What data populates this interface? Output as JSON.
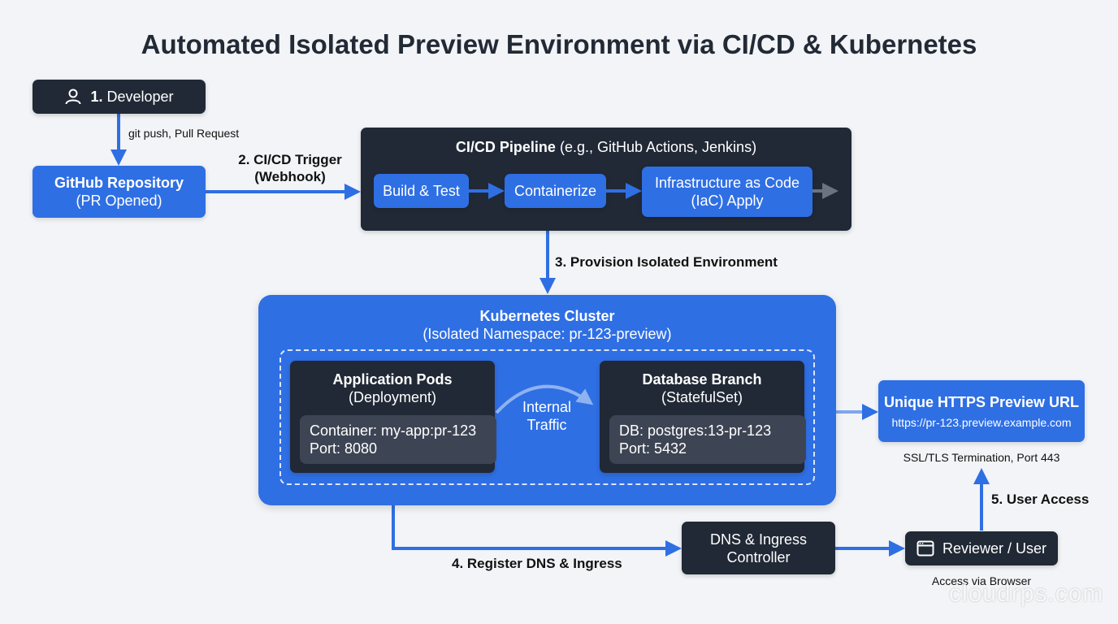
{
  "title": "Automated Isolated Preview Environment via CI/CD & Kubernetes",
  "developer": {
    "number": "1.",
    "label": "Developer",
    "icon": "user-icon"
  },
  "edge_git_push": "git push, Pull Request",
  "github": {
    "title": "GitHub Repository",
    "subtitle": "(PR Opened)"
  },
  "edge_trigger": {
    "line1": "2. CI/CD Trigger",
    "line2": "(Webhook)"
  },
  "pipeline": {
    "title_bold": "CI/CD Pipeline",
    "title_rest": " (e.g., GitHub Actions, Jenkins)",
    "steps": [
      {
        "label": "Build & Test"
      },
      {
        "label": "Containerize"
      },
      {
        "line1": "Infrastructure as Code",
        "line2": "(IaC) Apply"
      }
    ]
  },
  "edge_provision": "3. Provision Isolated Environment",
  "cluster": {
    "title": "Kubernetes Cluster",
    "subtitle": "(Isolated Namespace: pr-123-preview)",
    "app_pods": {
      "title": "Application Pods",
      "subtitle": "(Deployment)",
      "line1": "Container: my-app:pr-123",
      "line2": "Port: 8080"
    },
    "traffic": {
      "line1": "Internal",
      "line2": "Traffic"
    },
    "database": {
      "title": "Database Branch",
      "subtitle": "(StatefulSet)",
      "line1": "DB: postgres:13-pr-123",
      "line2": "Port: 5432"
    }
  },
  "preview_url": {
    "title": "Unique HTTPS Preview URL",
    "url": "https://pr-123.preview.example.com",
    "caption": "SSL/TLS Termination, Port 443"
  },
  "edge_user_access": "5. User Access",
  "dns": {
    "line1": "DNS & Ingress",
    "line2": "Controller"
  },
  "edge_register": "4. Register DNS & Ingress",
  "reviewer": {
    "label": "Reviewer / User",
    "caption": "Access via Browser",
    "icon": "browser-window-icon"
  },
  "watermark": "cloudrps.com",
  "colors": {
    "accent": "#2f6fe4",
    "dark": "#212936",
    "arrow": "#2f6fe4",
    "background": "#f2f4f7"
  }
}
